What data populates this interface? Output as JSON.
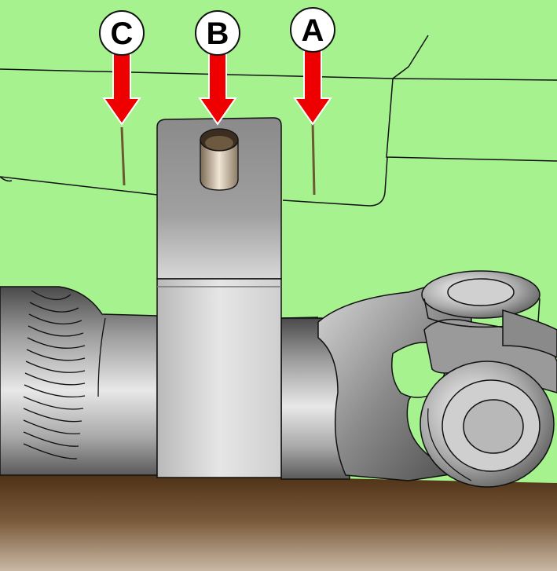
{
  "callouts": [
    {
      "id": "C",
      "label": "C"
    },
    {
      "id": "B",
      "label": "B"
    },
    {
      "id": "A",
      "label": "A"
    }
  ],
  "colors": {
    "background": "#a6f28f",
    "ground": "#5b3d1f",
    "arrow": "#ee0000",
    "metal_light": "#e6e6e6",
    "metal_dark": "#5c5c5c",
    "outline": "#111111"
  }
}
